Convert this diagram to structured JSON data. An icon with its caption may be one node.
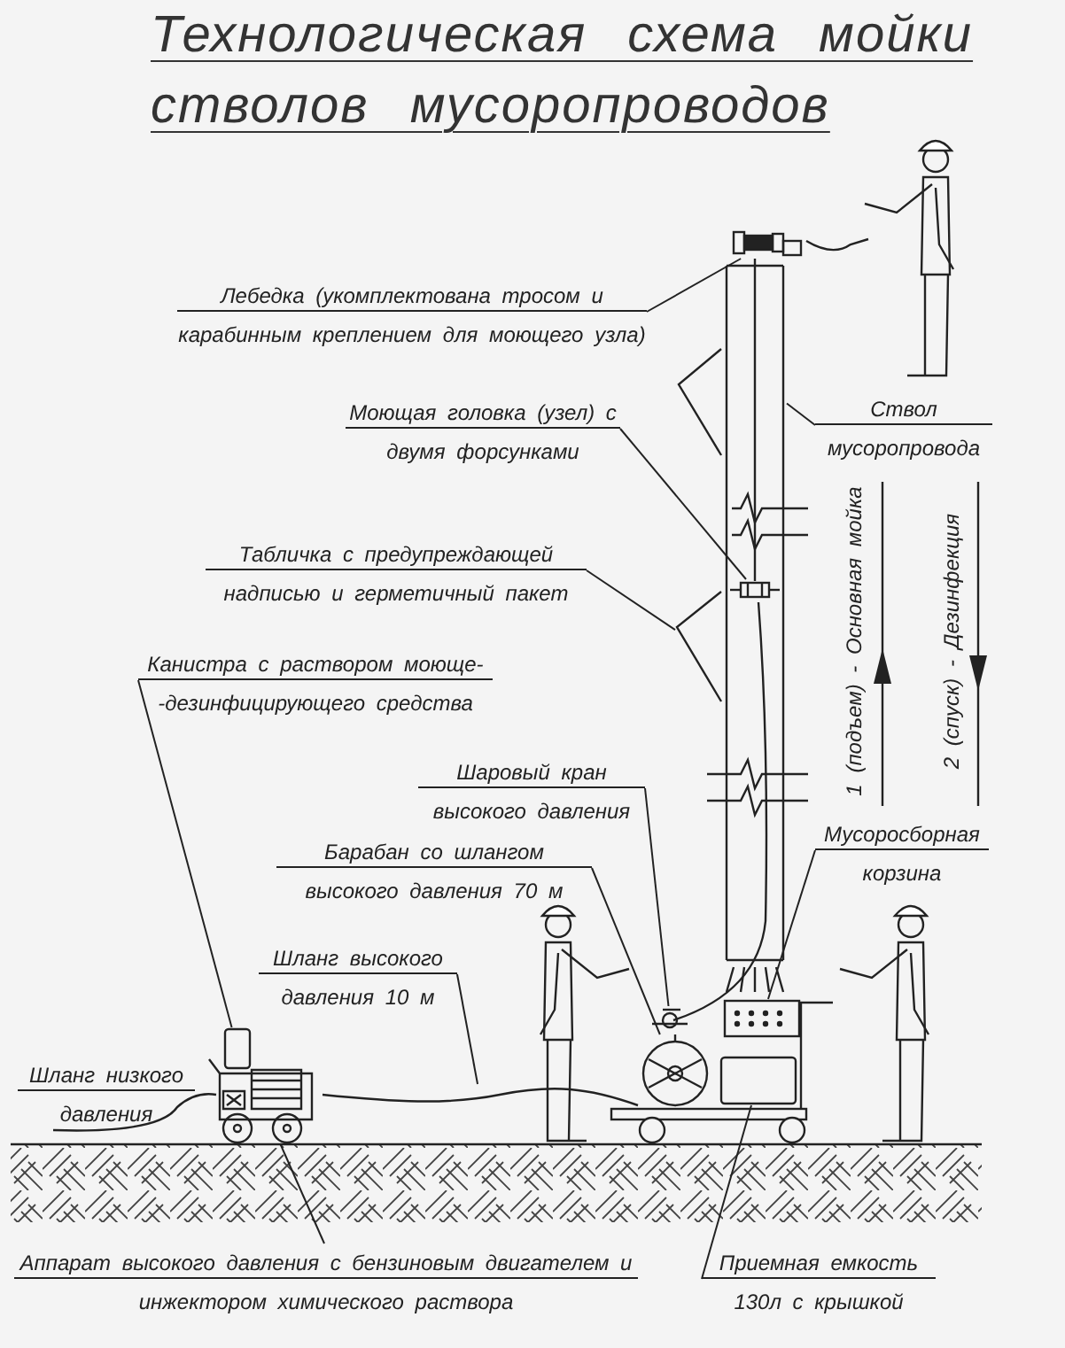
{
  "diagram": {
    "title": "Технологическая схема мойки стволов мусоропроводов",
    "nodes": [
      {
        "text": [
          "Лебедка (укомплектована тросом и карабинным креплением для моющего узла)"
        ]
      },
      {
        "text": [],
        "shape": "picture"
      },
      {
        "text": [
          "Ствол мусоропровода"
        ]
      },
      {
        "text": [],
        "shape": "picture"
      },
      {
        "text": [
          "Моющая головка (узел) с двумя форсунками"
        ]
      },
      {
        "text": [],
        "shape": "picture",
        "in": 3
      },
      {
        "text": [
          "Табличка с предупреждающей надписью и герметичный пакет"
        ]
      },
      {
        "text": [],
        "shape": "picture"
      },
      {
        "text": [
          "Канистра с раствором моюще- -дезинфицирующего средства"
        ]
      },
      {
        "text": [
          "Шаровый кран высокого давления"
        ]
      },
      {
        "text": [
          "Барабан со шлангом высокого давления 70 м"
        ]
      },
      {
        "text": [
          "Мусоросборная корзина"
        ]
      },
      {
        "text": [
          "Шланг высокого давления 10 м"
        ]
      },
      {
        "text": [
          "Аппарат высокого давления с бензиновым двигателем и инжектором химического раствора"
        ]
      },
      {
        "text": [
          "Приемная емкость 130л с крышкой"
        ]
      },
      {
        "text": [],
        "shape": "picture"
      },
      {
        "text": [],
        "shape": "box"
      },
      {
        "text": [],
        "shape": "picture"
      },
      {
        "text": [],
        "shape": "picture"
      },
      {
        "text": [],
        "shape": "picture"
      },
      {
        "text": [],
        "shape": "picture"
      },
      {
        "text": [],
        "shape": "box"
      },
      {
        "text": [
          "Шланг низкого давления"
        ]
      }
    ],
    "edges": [
      {
        "from": 0,
        "to": 1,
        "arrow": "none"
      },
      {
        "from": 2,
        "to": 3,
        "arrow": "none"
      },
      {
        "from": 4,
        "to": 5,
        "arrow": "none"
      },
      {
        "from": 6,
        "to": 7,
        "arrow": "none"
      },
      {
        "from": 8,
        "to": 16,
        "arrow": "none"
      },
      {
        "from": 9,
        "to": 17,
        "arrow": "none"
      },
      {
        "from": 10,
        "to": 18,
        "arrow": "none"
      },
      {
        "from": 11,
        "to": 19,
        "arrow": "none"
      },
      {
        "from": 12,
        "to": 20,
        "arrow": "none"
      },
      {
        "from": 13,
        "to": 15,
        "arrow": "none"
      },
      {
        "from": 14,
        "to": 21,
        "arrow": "none"
      }
    ],
    "labels": [
      "1 (подъем) - Основная мойка",
      "2 (спуск) - Дезинфекция"
    ]
  }
}
